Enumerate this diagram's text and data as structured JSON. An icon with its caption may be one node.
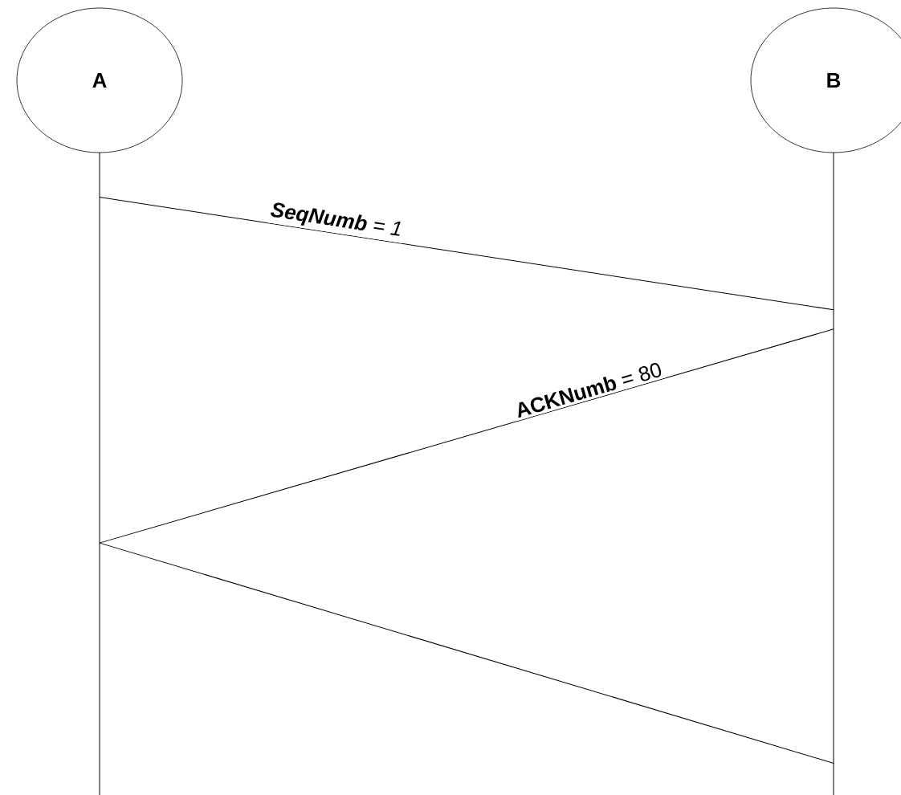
{
  "diagram": {
    "nodes": [
      {
        "text": [
          "A"
        ]
      },
      {
        "text": [
          "B"
        ]
      },
      {
        "text": [],
        "shape": "line"
      },
      {
        "text": [],
        "shape": "line"
      }
    ],
    "edges": [
      {
        "from": 2,
        "to": 3,
        "arrow": "none",
        "label": "**SeqNumb** = 1"
      },
      {
        "from": 3,
        "to": 2,
        "arrow": "none",
        "label": "**ACKNumb** = 80"
      },
      {
        "from": 2,
        "to": 3,
        "arrow": "none"
      }
    ]
  }
}
